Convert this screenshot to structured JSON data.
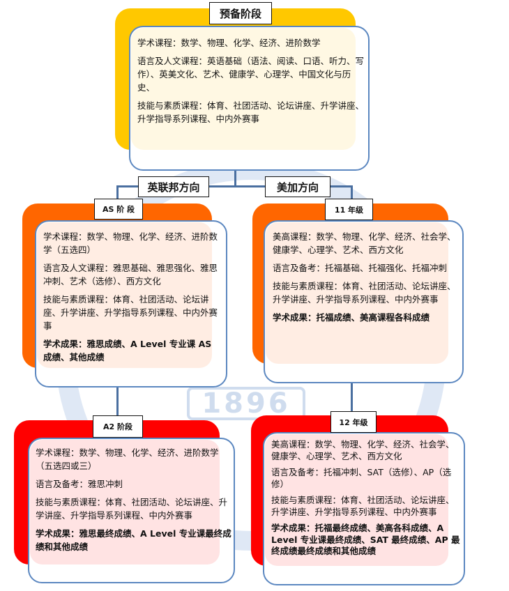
{
  "watermark": {
    "year": "1896"
  },
  "prep": {
    "title": "预备阶段",
    "lines": [
      "学术课程：数学、物理、化学、经济、进阶数学",
      "语言及人文课程：英语基础（语法、阅读、口语、听力、写作）、英美文化、艺术、健康学、心理学、中国文化与历史、",
      "技能与素质课程：体育、社团活动、论坛讲座、升学讲座、升学指导系列课程、中内外赛事"
    ]
  },
  "branches": {
    "uk": "英联邦方向",
    "us": "美加方向"
  },
  "as": {
    "title": "AS 阶 段",
    "lines": [
      "学术课程：数学、物理、化学、经济、进阶数学（五选四）",
      "语言及人文课程：雅思基础、雅思强化、雅思冲刺、艺术（选修）、西方文化",
      "技能与素质课程：体育、社团活动、论坛讲座、升学讲座、升学指导系列课程、中内外赛事"
    ],
    "result": "学术成果：雅思成绩、A Level 专业课 AS 成绩、其他成绩"
  },
  "g11": {
    "title": "11 年级",
    "lines": [
      "美高课程：数学、物理、化学、经济、社会学、健康学、心理学、艺术、西方文化",
      "语言及备考：托福基础、托福强化、托福冲刺",
      "技能与素质课程：体育、社团活动、论坛讲座、升学讲座、升学指导系列课程、中内外赛事"
    ],
    "result": "学术成果：托福成绩、美高课程各科成绩"
  },
  "a2": {
    "title": "A2 阶段",
    "lines": [
      "学术课程：数学、物理、化学、经济、进阶数学（五选四或三）",
      "语言及备考：雅思冲刺",
      "技能与素质课程：体育、社团活动、论坛讲座、升学讲座、升学指导系列课程、中内外赛事"
    ],
    "result": "学术成果：雅思最终成绩、A Level 专业课最终成绩和其他成绩"
  },
  "g12": {
    "title": "12 年级",
    "lines": [
      "美高课程：数学、物理、化学、经济、社会学、健康学、心理学、艺术、西方文化",
      "语言及备考：托福冲刺、SAT（选修）、AP（选修）",
      "技能与素质课程：体育、社团活动、论坛讲座、升学讲座、升学指导系列课程、中内外赛事"
    ],
    "result": "学术成果：托福最终成绩、美高各科成绩、A Level 专业课最终成绩、SAT 最终成绩、AP 最终成绩最终成绩和其他成绩"
  },
  "colors": {
    "yellow": "#FFC800",
    "orange": "#FF6600",
    "red": "#FF0000",
    "border": "#5B87C0"
  }
}
